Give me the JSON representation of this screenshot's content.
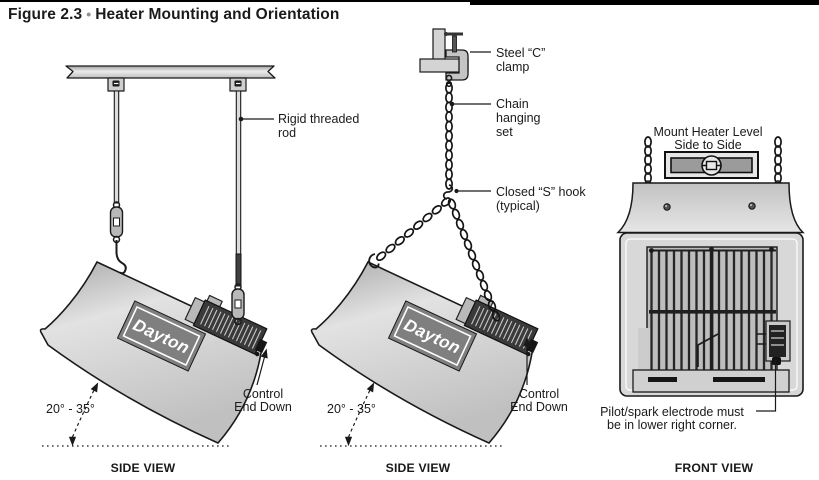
{
  "header": {
    "figure_label": "Figure 2.3",
    "bullet": "•",
    "title": "Heater Mounting and Orientation"
  },
  "brand": "Dayton",
  "colors": {
    "line": "#1a1a1a",
    "rule_black": "#000000",
    "bullet_gray": "#909090",
    "metal_gray": "#d4d4d4",
    "panel_light": "#e4e4e4",
    "panel_dark": "#aeaeae",
    "logo_gray": "#7f7f7f",
    "interior_gray": "#bdbdbd",
    "dark_hardware": "#3a3a3a"
  },
  "diagrams": {
    "left": {
      "caption": "SIDE VIEW",
      "angle_label": "20° - 35°",
      "labels": {
        "rigid_rod": [
          "Rigid threaded",
          "rod"
        ],
        "control_end": [
          "Control",
          "End Down"
        ]
      }
    },
    "middle": {
      "caption": "SIDE VIEW",
      "angle_label": "20° - 35°",
      "labels": {
        "steel_clamp": [
          "Steel “C”",
          "clamp"
        ],
        "chain_set": [
          "Chain",
          "hanging",
          "set"
        ],
        "s_hook": [
          "Closed “S” hook",
          "(typical)"
        ],
        "control_end": [
          "Control",
          "End Down"
        ]
      }
    },
    "right": {
      "caption": "FRONT VIEW",
      "labels": {
        "mount_level": [
          "Mount Heater Level",
          "Side to Side"
        ],
        "pilot": [
          "Pilot/spark electrode must",
          "be in lower right corner."
        ]
      }
    }
  }
}
